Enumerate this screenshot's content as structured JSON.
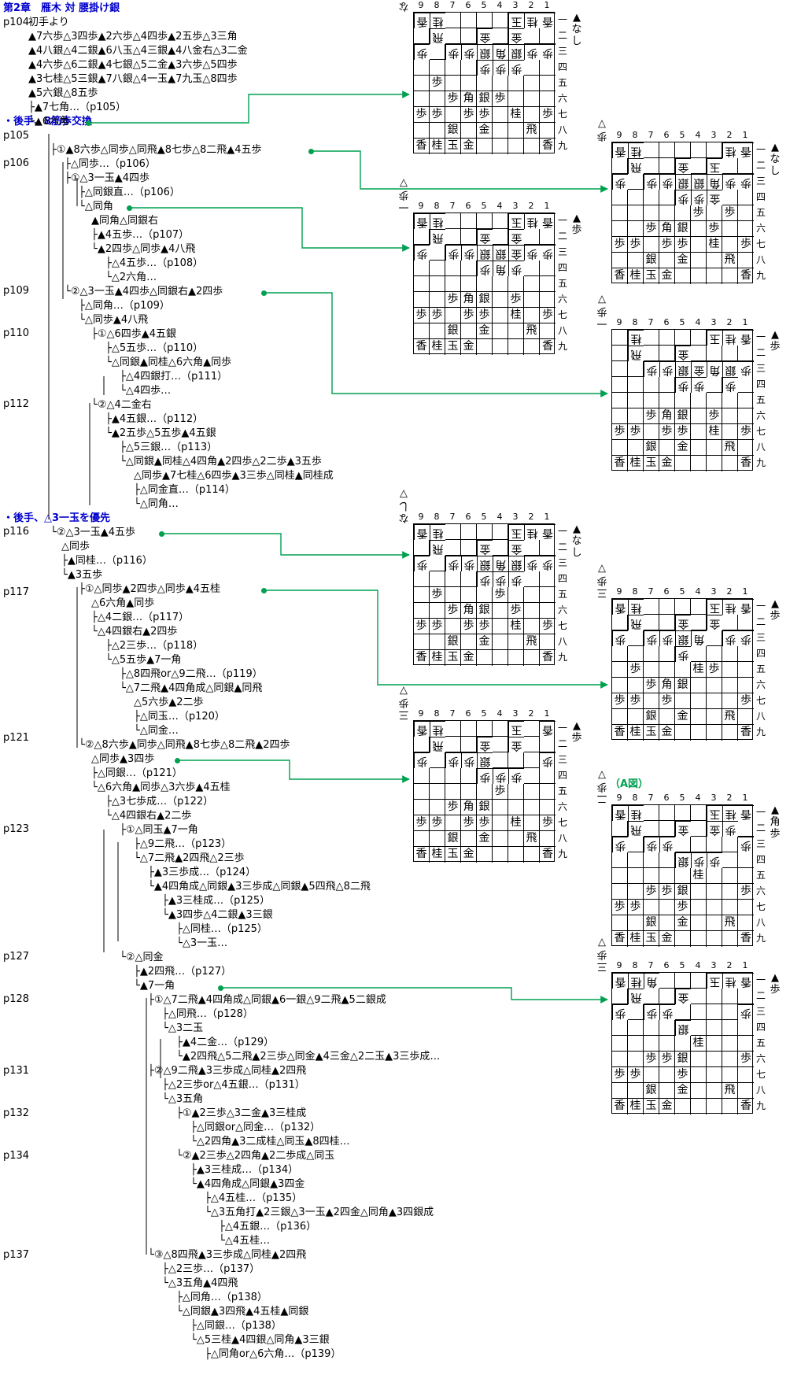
{
  "title": "第2章　雁木 対 腰掛け銀",
  "sections": [
    "・後手、8筋歩交換",
    "・後手、△3一玉を優先"
  ],
  "a_fig_caption": "（A図）",
  "colors": {
    "title": "#0000cc",
    "arrow": "#00a050",
    "line": "#000000"
  },
  "col_labels": [
    "9",
    "8",
    "7",
    "6",
    "5",
    "4",
    "3",
    "2",
    "1"
  ],
  "row_labels": [
    "一",
    "二",
    "三",
    "四",
    "五",
    "六",
    "七",
    "八",
    "九"
  ],
  "page_refs": [
    "p104",
    "p105",
    "p106",
    "p109",
    "p110",
    "p112",
    "p116",
    "p117",
    "p121",
    "p123",
    "p127",
    "p128",
    "p131",
    "p132",
    "p134",
    "p137"
  ],
  "tree_lines": [
    "初手より",
    "▲7六歩△3四歩▲2六歩△4四歩▲2五歩△3三角",
    "▲4八銀△4二銀▲6八玉△4三銀▲4八金右△3二金",
    "▲4六歩△6二銀▲4七銀△5二金▲3六歩△5四歩",
    "▲3七桂△5三銀▲7八銀△4一玉▲7九玉△8四歩",
    "▲5六銀△8五歩",
    "├▲7七角…（p105）",
    "└▲6六角",
    "├①▲8六歩△同歩△同飛▲8七歩△8二飛▲4五歩",
    "├△同歩…（p106）",
    "├①△3一玉▲4四歩",
    "├△同銀直…（p106）",
    "└△同角",
    "▲同角△同銀右",
    "├▲4五歩…（p107）",
    "└▲2四歩△同歩▲4八飛",
    "├△4五歩…（p108）",
    "└△2六角…",
    "└②△3一玉▲4四歩△同銀右▲2四歩",
    "├△同角…（p109）",
    "└△同歩▲4八飛",
    "├①△6四歩▲4五銀",
    "├△5五歩…（p110）",
    "└△同銀▲同桂△6六角▲同歩",
    "├△4四銀打…（p111）",
    "└△4四歩…",
    "└②△4二金右",
    "├▲4五銀…（p112）",
    "└▲2五歩△5五歩▲4五銀",
    "├△5三銀…（p113）",
    "└△同銀▲同桂△4四角▲2四歩△2二歩▲3五歩",
    "△同歩▲7七桂△6四歩▲3三歩△同桂▲同桂成",
    "├△同金直…（p114）",
    "└△同角…",
    "└②△3一玉▲4五歩",
    "△同歩",
    "├▲同桂…（p116）",
    "└▲3五歩",
    "├①△同歩▲2四歩△同歩▲4五桂",
    "△6六角▲同歩",
    "├△4二銀…（p117）",
    "└△4四銀右▲2四歩",
    "├△2三歩…（p118）",
    "└△5五歩▲7一角",
    "├△8四飛or△9二飛…（p119）",
    "└△7二飛▲4四角成△同銀▲同飛",
    "△5六歩▲2二歩",
    "├△同玉…（p120）",
    "└△同金…",
    "└②△8六歩▲同歩△同飛▲8七歩△8二飛▲2四歩",
    "△同歩▲3四歩",
    "├△同銀…（p121）",
    "└△6六角▲同歩△3六歩▲4五桂",
    "├△3七歩成…（p122）",
    "└△4四銀右▲2二歩",
    "├①△同玉▲7一角",
    "├△9二飛…（p123）",
    "└△7二飛▲2四飛△2三歩",
    "├▲3三歩成…（p124）",
    "└▲4四角成△同銀▲3三歩成△同銀▲5四飛△8二飛",
    "├▲3三桂成…（p125）",
    "└▲3四歩△4二銀▲3三銀",
    "├△同桂…（p125）",
    "└△3一玉…",
    "└②△同金",
    "├▲2四飛…（p127）",
    "└▲7一角",
    "├①△7二飛▲4四角成△同銀▲6一銀△9二飛▲5二銀成",
    "├△同飛…（p128）",
    "└△3二玉",
    "├▲4二金…（p129）",
    "└▲2四飛△5二飛▲2三歩△同金▲4三金△2二玉▲3三歩成…",
    "├②△9二飛▲3三歩成△同桂▲2四飛",
    "├△2三歩or△4五銀…（p131）",
    "└△3五角",
    "├①▲2三歩△3二金▲3三桂成",
    "├△同銀or△同金…（p132）",
    "└△2四角▲3二成桂△同玉▲8四桂…",
    "└②▲2三歩△2四角▲2二歩成△同玉",
    "├▲3三桂成…（p134）",
    "└▲4四角成△同銀▲3四金",
    "├△4五桂…（p135）",
    "└△3五角打▲2三銀△3一玉▲2四金△同角▲3四銀成",
    "├△4五銀…（p136）",
    "└△4五桂…",
    "└③△8四飛▲3三歩成△同桂▲2四飛",
    "├△2三歩…（p137）",
    "└△3五角▲4四飛",
    "├△同角…（p138）",
    "└△同銀▲3四飛▲4五桂▲同銀",
    "├△同銀…（p138）",
    "└△5三桂▲4四銀△同角▲3三銀",
    "├△同角or△6六角…（p139）",
    "└△同金…"
  ],
  "boards": [
    {
      "rows": [
        [
          "香",
          "桂",
          "",
          "",
          "",
          "",
          "玉",
          "桂",
          "香"
        ],
        [
          "",
          "飛",
          "",
          "",
          "金",
          "",
          "金",
          "",
          ""
        ],
        [
          "歩",
          "",
          "歩",
          "歩",
          "銀",
          "角",
          "銀",
          "歩",
          "歩"
        ],
        [
          "",
          "",
          "",
          "",
          "歩",
          "歩",
          "歩",
          "",
          ""
        ],
        [
          "",
          "歩",
          "",
          "",
          "",
          "",
          "",
          "",
          ""
        ],
        [
          "",
          "",
          "歩",
          "角",
          "銀",
          "歩",
          "",
          "",
          ""
        ],
        [
          "歩",
          "歩",
          "",
          "歩",
          "歩",
          "",
          "桂",
          "",
          "歩"
        ],
        [
          "",
          "",
          "銀",
          "",
          "金",
          "",
          "",
          "飛",
          ""
        ],
        [
          "香",
          "桂",
          "玉",
          "金",
          "",
          "",
          "",
          "",
          "香"
        ]
      ],
      "hand_sente": "▲なし",
      "hand_gote": "なし▽"
    },
    {
      "rows": [
        [
          "香",
          "桂",
          "",
          "",
          "",
          "",
          "",
          "桂",
          "香"
        ],
        [
          "",
          "飛",
          "",
          "",
          "金",
          "",
          "玉",
          "",
          ""
        ],
        [
          "歩",
          "",
          "歩",
          "歩",
          "銀",
          "銀",
          "角",
          "歩",
          "歩"
        ],
        [
          "",
          "",
          "",
          "",
          "歩",
          "歩",
          "金",
          "",
          ""
        ],
        [
          "",
          "",
          "",
          "",
          "",
          "歩",
          "",
          "歩",
          ""
        ],
        [
          "",
          "",
          "歩",
          "角",
          "銀",
          "",
          "歩",
          "",
          ""
        ],
        [
          "歩",
          "歩",
          "",
          "歩",
          "歩",
          "",
          "桂",
          "",
          "歩"
        ],
        [
          "",
          "",
          "銀",
          "",
          "金",
          "",
          "",
          "飛",
          ""
        ],
        [
          "香",
          "桂",
          "玉",
          "金",
          "",
          "",
          "",
          "",
          "香"
        ]
      ],
      "hand_sente": "▲なし",
      "hand_gote": "歩▽"
    },
    {
      "rows": [
        [
          "香",
          "桂",
          "",
          "",
          "",
          "",
          "玉",
          "桂",
          "香"
        ],
        [
          "",
          "飛",
          "",
          "",
          "金",
          "",
          "金",
          "",
          ""
        ],
        [
          "歩",
          "",
          "歩",
          "歩",
          "銀",
          "銀",
          "金",
          "歩",
          "歩"
        ],
        [
          "",
          "",
          "",
          "",
          "歩",
          "角",
          "歩",
          "",
          ""
        ],
        [
          "",
          "",
          "",
          "",
          "",
          "",
          "",
          "",
          ""
        ],
        [
          "",
          "",
          "歩",
          "角",
          "銀",
          "",
          "歩",
          "",
          ""
        ],
        [
          "歩",
          "歩",
          "",
          "歩",
          "歩",
          "",
          "桂",
          "",
          "歩"
        ],
        [
          "",
          "",
          "銀",
          "",
          "金",
          "",
          "",
          "飛",
          ""
        ],
        [
          "香",
          "桂",
          "玉",
          "金",
          "",
          "",
          "",
          "",
          "香"
        ]
      ],
      "hand_sente": "▲歩",
      "hand_gote": "一歩▽"
    },
    {
      "rows": [
        [
          "",
          "桂",
          "",
          "",
          "",
          "",
          "玉",
          "桂",
          "香"
        ],
        [
          "",
          "飛",
          "",
          "",
          "金",
          "",
          "",
          "",
          ""
        ],
        [
          "",
          "",
          "歩",
          "歩",
          "銀",
          "金",
          "角",
          "銀",
          "歩"
        ],
        [
          "",
          "",
          "",
          "",
          "歩",
          "歩",
          "",
          "歩",
          ""
        ],
        [
          "",
          "",
          "",
          "",
          "",
          "",
          "",
          "",
          ""
        ],
        [
          "",
          "",
          "歩",
          "角",
          "銀",
          "",
          "歩",
          "",
          ""
        ],
        [
          "歩",
          "歩",
          "",
          "歩",
          "歩",
          "",
          "桂",
          "",
          "歩"
        ],
        [
          "",
          "",
          "銀",
          "",
          "金",
          "",
          "",
          "飛",
          ""
        ],
        [
          "香",
          "桂",
          "玉",
          "金",
          "",
          "",
          "",
          "",
          "香"
        ]
      ],
      "hand_sente": "▲歩",
      "hand_gote": "一歩▽"
    },
    {
      "rows": [
        [
          "香",
          "桂",
          "",
          "",
          "",
          "",
          "玉",
          "桂",
          "香"
        ],
        [
          "",
          "飛",
          "",
          "",
          "金",
          "",
          "金",
          "",
          ""
        ],
        [
          "歩",
          "",
          "歩",
          "歩",
          "銀",
          "角",
          "銀",
          "歩",
          "歩"
        ],
        [
          "",
          "",
          "",
          "",
          "歩",
          "歩",
          "歩",
          "",
          ""
        ],
        [
          "",
          "歩",
          "",
          "",
          "",
          "歩",
          "",
          "",
          ""
        ],
        [
          "",
          "",
          "歩",
          "角",
          "銀",
          "",
          "歩",
          "",
          ""
        ],
        [
          "歩",
          "歩",
          "",
          "歩",
          "歩",
          "",
          "桂",
          "",
          "歩"
        ],
        [
          "",
          "",
          "銀",
          "",
          "金",
          "",
          "",
          "飛",
          ""
        ],
        [
          "香",
          "桂",
          "玉",
          "金",
          "",
          "",
          "",
          "",
          "香"
        ]
      ],
      "hand_sente": "▲なし",
      "hand_gote": "なし▽"
    },
    {
      "rows": [
        [
          "香",
          "桂",
          "",
          "",
          "",
          "",
          "玉",
          "桂",
          "香"
        ],
        [
          "",
          "飛",
          "",
          "",
          "金",
          "",
          "金",
          "",
          ""
        ],
        [
          "歩",
          "",
          "歩",
          "歩",
          "銀",
          "角",
          "",
          "歩",
          "歩"
        ],
        [
          "",
          "",
          "",
          "",
          "歩",
          "",
          "",
          "",
          ""
        ],
        [
          "",
          "歩",
          "",
          "",
          "",
          "桂",
          "歩",
          "",
          ""
        ],
        [
          "",
          "",
          "歩",
          "角",
          "銀",
          "",
          "",
          "",
          ""
        ],
        [
          "歩",
          "歩",
          "",
          "歩",
          "",
          "",
          "",
          "",
          "歩"
        ],
        [
          "",
          "",
          "銀",
          "",
          "金",
          "",
          "",
          "飛",
          ""
        ],
        [
          "香",
          "桂",
          "玉",
          "金",
          "",
          "",
          "",
          "",
          "香"
        ]
      ],
      "hand_sente": "▲歩",
      "hand_gote": "三歩▽"
    },
    {
      "rows": [
        [
          "香",
          "桂",
          "",
          "",
          "",
          "",
          "玉",
          "",
          "香"
        ],
        [
          "",
          "飛",
          "",
          "",
          "金",
          "",
          "金",
          "",
          ""
        ],
        [
          "歩",
          "",
          "歩",
          "歩",
          "銀",
          "",
          "",
          "",
          "歩"
        ],
        [
          "",
          "",
          "",
          "",
          "歩",
          "歩",
          "歩",
          "",
          ""
        ],
        [
          "",
          "",
          "",
          "",
          "",
          "歩",
          "",
          "",
          ""
        ],
        [
          "",
          "",
          "歩",
          "角",
          "銀",
          "",
          "",
          "",
          ""
        ],
        [
          "歩",
          "歩",
          "",
          "歩",
          "歩",
          "",
          "桂",
          "",
          "歩"
        ],
        [
          "",
          "",
          "銀",
          "",
          "金",
          "",
          "",
          "飛",
          ""
        ],
        [
          "香",
          "桂",
          "玉",
          "金",
          "",
          "",
          "",
          "",
          "香"
        ]
      ],
      "hand_sente": "▲歩",
      "hand_gote": "三歩▽"
    },
    {
      "rows": [
        [
          "香",
          "桂",
          "",
          "",
          "",
          "",
          "玉",
          "桂",
          "香"
        ],
        [
          "",
          "飛",
          "",
          "",
          "金",
          "",
          "金",
          "歩",
          ""
        ],
        [
          "歩",
          "",
          "歩",
          "歩",
          "",
          "",
          "",
          "",
          "歩"
        ],
        [
          "",
          "",
          "",
          "",
          "銀",
          "歩",
          "歩",
          "",
          ""
        ],
        [
          "",
          "",
          "",
          "",
          "",
          "桂",
          "",
          "",
          ""
        ],
        [
          "",
          "",
          "歩",
          "歩",
          "銀",
          "",
          "",
          "",
          "歩"
        ],
        [
          "歩",
          "歩",
          "",
          "",
          "歩",
          "",
          "",
          "",
          ""
        ],
        [
          "",
          "",
          "銀",
          "",
          "金",
          "",
          "",
          "飛",
          ""
        ],
        [
          "香",
          "桂",
          "玉",
          "金",
          "",
          "",
          "",
          "",
          "香"
        ]
      ],
      "hand_sente": "▲角歩",
      "hand_gote": "二歩▽"
    },
    {
      "rows": [
        [
          "香",
          "桂",
          "角",
          "",
          "",
          "",
          "玉",
          "桂",
          "香"
        ],
        [
          "",
          "飛",
          "",
          "",
          "金",
          "",
          "",
          "",
          ""
        ],
        [
          "歩",
          "",
          "歩",
          "歩",
          "",
          "",
          "",
          "",
          "歩"
        ],
        [
          "",
          "",
          "",
          "",
          "銀",
          "",
          "",
          "",
          ""
        ],
        [
          "",
          "",
          "",
          "",
          "",
          "桂",
          "",
          "",
          ""
        ],
        [
          "",
          "",
          "歩",
          "歩",
          "銀",
          "",
          "",
          "",
          "歩"
        ],
        [
          "歩",
          "歩",
          "",
          "",
          "歩",
          "",
          "",
          "",
          ""
        ],
        [
          "",
          "",
          "銀",
          "",
          "金",
          "",
          "",
          "飛",
          ""
        ],
        [
          "香",
          "桂",
          "玉",
          "金",
          "",
          "",
          "",
          "",
          "香"
        ]
      ],
      "hand_sente": "▲歩",
      "hand_gote": "三歩▽"
    }
  ]
}
